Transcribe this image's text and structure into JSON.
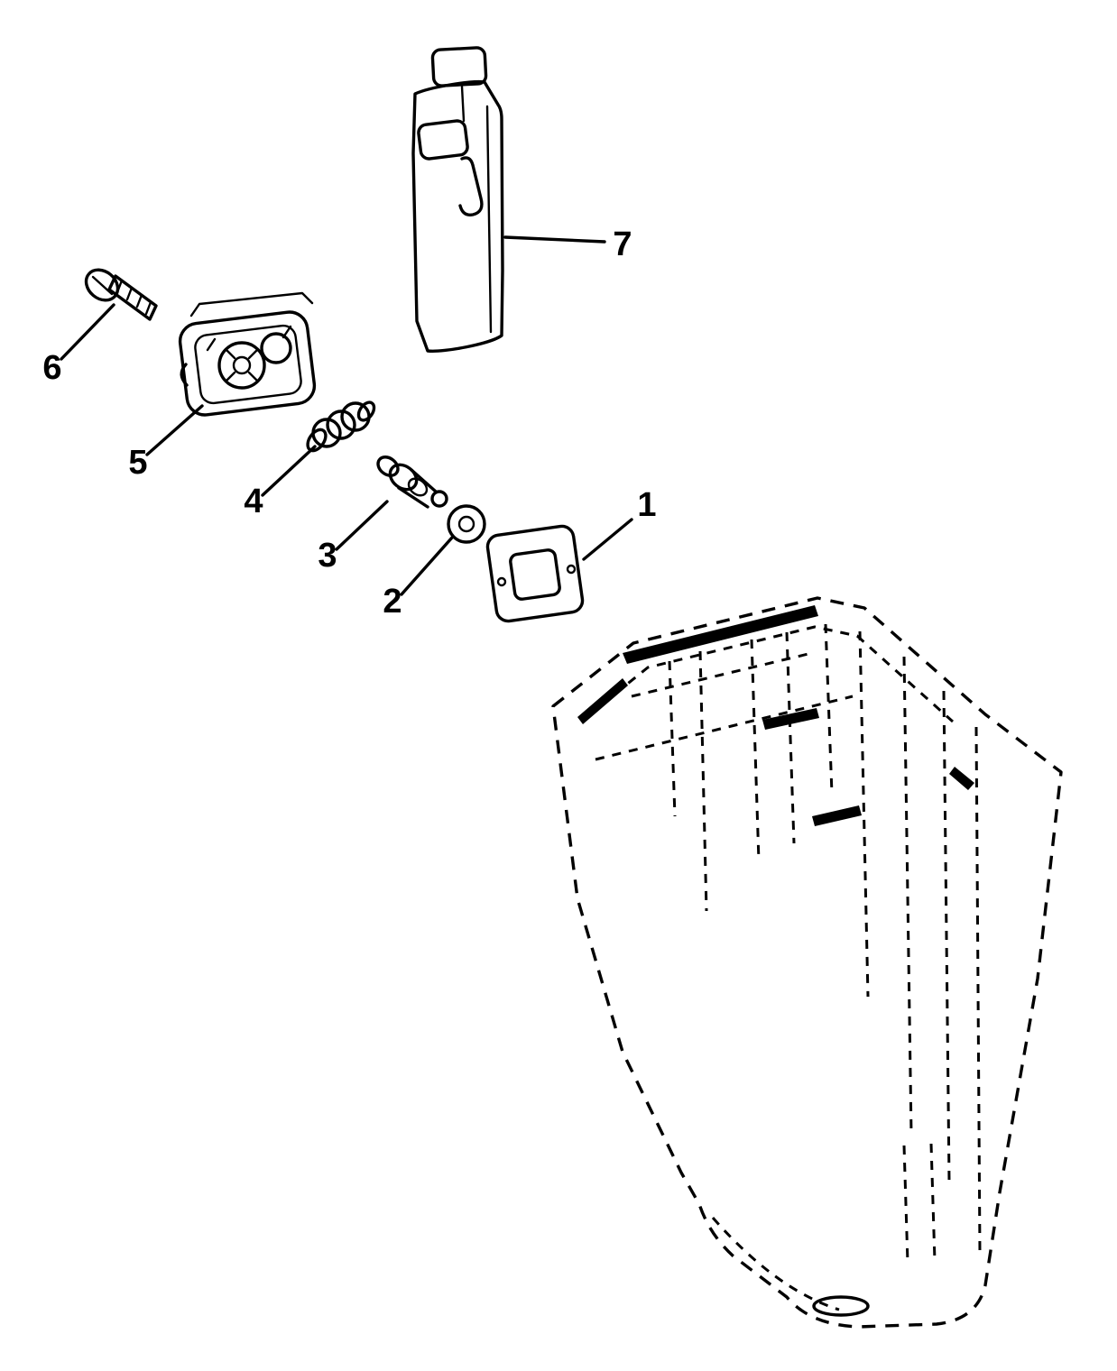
{
  "colors": {
    "ink": "#000000",
    "background": "#ffffff"
  },
  "callouts": [
    {
      "label": "1"
    },
    {
      "label": "2"
    },
    {
      "label": "3"
    },
    {
      "label": "4"
    },
    {
      "label": "5"
    },
    {
      "label": "6"
    },
    {
      "label": "7"
    }
  ]
}
